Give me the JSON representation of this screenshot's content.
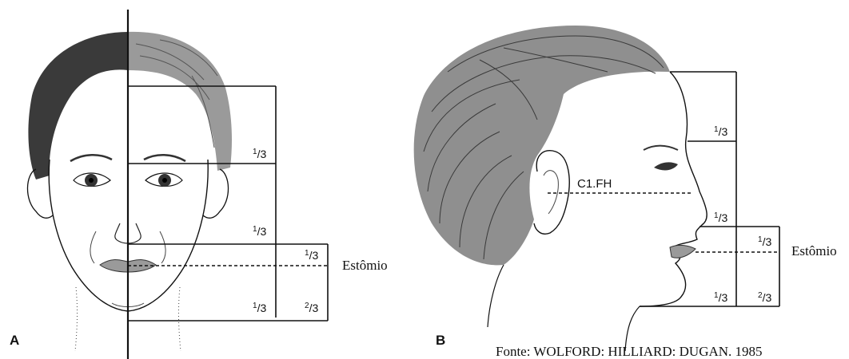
{
  "panel_a": {
    "label": "A",
    "fractions": [
      "1/3",
      "1/3",
      "1/3",
      "1/3",
      "2/3"
    ],
    "stomion_label": "Estômio"
  },
  "panel_b": {
    "label": "B",
    "fh_label": "C1.FH",
    "fractions": [
      "1/3",
      "1/3",
      "1/3",
      "1/3",
      "2/3"
    ],
    "stomion_label": "Estômio"
  },
  "source": "Fonte: WOLFORD: HILLIARD: DUGAN. 1985",
  "colors": {
    "hair": "#3a3a3a",
    "hair_light": "#8a8a8a",
    "lips": "#9a9a9a",
    "line": "#111111",
    "skin_shade": "#cfcfcf"
  }
}
